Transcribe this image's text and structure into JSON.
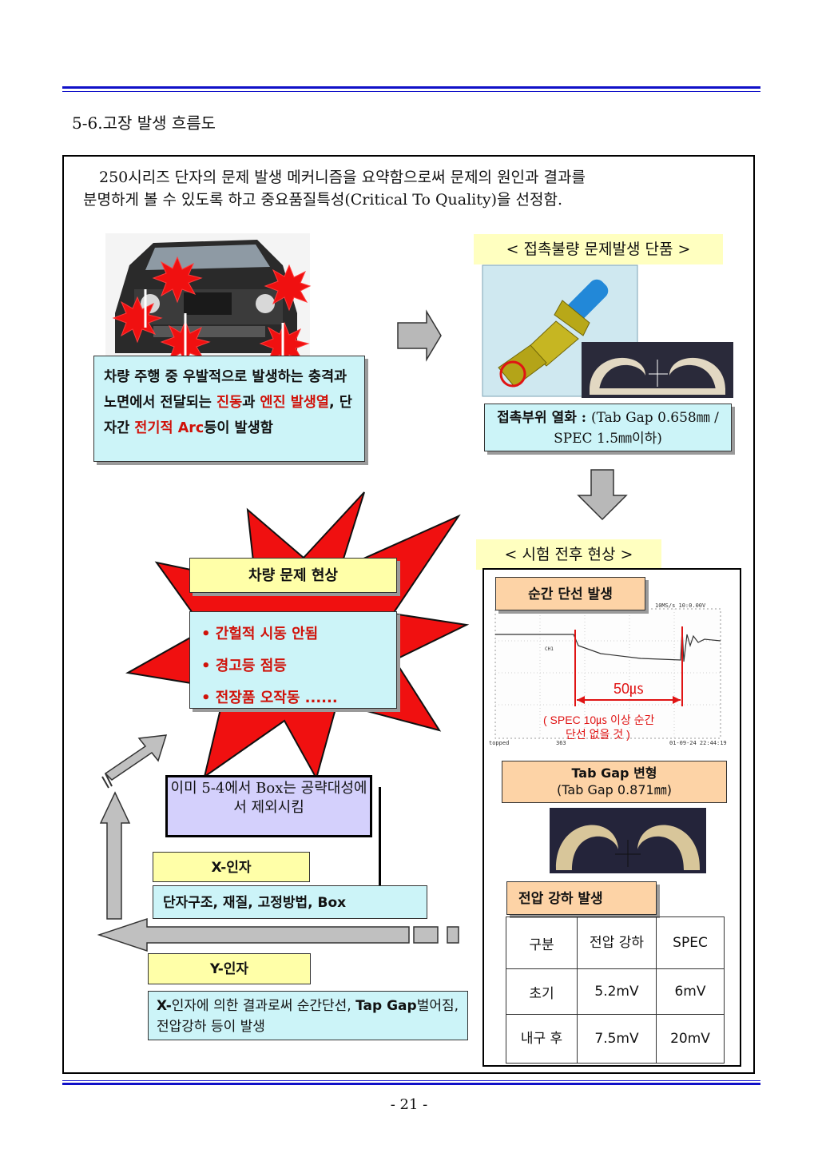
{
  "section_title": "5-6.고장 발생 흐름도",
  "intro": {
    "line1": "250시리즈 단자의 문제 발생 메커니즘을 요약함으로써 문제의 원인과 결과를",
    "line2": "분명하게 볼 수 있도록 하고 중요품질특성(Critical To Quality)을 선정함."
  },
  "car_desc": {
    "p1": "차량 주행 중 우발적으로 발생하는 충격과 노면에서 전달되는 ",
    "r1": "진동",
    "p2": "과 ",
    "r2": "엔진 발생열",
    "p3": ", 단자간 ",
    "r3": "전기적 Arc",
    "p4": "등이 발생함"
  },
  "contact": {
    "title": "< 접촉불량 문제발생 단품 >",
    "desc_bold": "접촉부위 열화 : ",
    "desc_rest": "(Tab Gap 0.658㎜ / SPEC 1.5㎜이하)"
  },
  "test": {
    "title": "< 시험 전후 현상 >",
    "instant_label": "순간 단선 발생",
    "scope_header": "10MS/s 10:0.00V",
    "scope_footer_left": "topped",
    "scope_footer_mid": "363",
    "scope_footer_right": "01-09-24 22:44:19",
    "scope_ch": "CH1",
    "measure": "50㎲",
    "spec_note_1": "( SPEC 10㎲ 이상 순간",
    "spec_note_2": "단선 없을 것 )",
    "tabgap_title": "Tab Gap 변형",
    "tabgap_value": "(Tab Gap 0.871㎜)",
    "voltage_label": "전압 강하 발생",
    "table": {
      "headers": [
        "구분",
        "전압 강하",
        "SPEC"
      ],
      "rows": [
        [
          "초기",
          "5.2mV",
          "6mV"
        ],
        [
          "내구 후",
          "7.5mV",
          "20mV"
        ]
      ]
    }
  },
  "car_problem": {
    "title": "차량 문제 현상",
    "items": [
      "• 간헐적 시동 안됨",
      "• 경고등 점등",
      "• 전장품 오작동 ......"
    ]
  },
  "excluded_note": "이미 5-4에서 Box는 공략대성에서 제외시킴",
  "x_factor": {
    "label": "X-인자",
    "text": "단자구조, 재질, 고정방법, Box"
  },
  "y_factor": {
    "label": "Y-인자",
    "text_bold1": "X-",
    "text_mid": "인자에 의한 결과로써  순간단선, ",
    "text_bold2": "Tap Gap",
    "text_end": "벌어짐, 전압강하 등이 발생"
  },
  "page_number": "- 21 -",
  "colors": {
    "rule_blue": "#1010c8",
    "light_blue": "#ccf4f8",
    "yellow": "#ffffa8",
    "orange": "#fdd3a6",
    "lavender": "#d4d0fc",
    "starburst_red": "#f01010",
    "emphasis_red": "#d0120a"
  }
}
